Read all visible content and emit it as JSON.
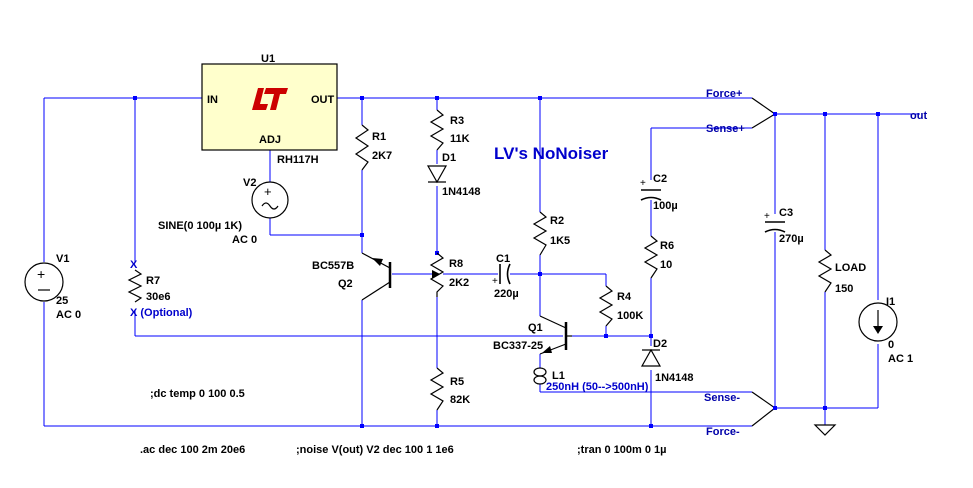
{
  "title": "LV's NoNoiser",
  "regulator": {
    "ref": "U1",
    "part": "RH117H",
    "in": "IN",
    "out": "OUT",
    "adj": "ADJ",
    "fill": "#ffffcc"
  },
  "sources": {
    "V1": {
      "ref": "V1",
      "value": "25",
      "ac": "AC 0"
    },
    "V2": {
      "ref": "V2",
      "value": "SINE(0 100µ 1K)",
      "ac": "AC 0"
    },
    "I1": {
      "ref": "I1",
      "value": "0",
      "ac": "AC 1"
    }
  },
  "resistors": {
    "R1": {
      "ref": "R1",
      "value": "2K7"
    },
    "R2": {
      "ref": "R2",
      "value": "1K5"
    },
    "R3": {
      "ref": "R3",
      "value": "11K"
    },
    "R4": {
      "ref": "R4",
      "value": "100K"
    },
    "R5": {
      "ref": "R5",
      "value": "82K"
    },
    "R6": {
      "ref": "R6",
      "value": "10"
    },
    "R7": {
      "ref": "R7",
      "value": "30e6",
      "note": "X (Optional)"
    },
    "R8": {
      "ref": "R8",
      "value": "2K2"
    },
    "LOAD": {
      "ref": "LOAD",
      "value": "150"
    }
  },
  "capacitors": {
    "C1": {
      "ref": "C1",
      "value": "220µ"
    },
    "C2": {
      "ref": "C2",
      "value": "100µ"
    },
    "C3": {
      "ref": "C3",
      "value": "270µ"
    }
  },
  "diodes": {
    "D1": {
      "ref": "D1",
      "value": "1N4148"
    },
    "D2": {
      "ref": "D2",
      "value": "1N4148"
    }
  },
  "transistors": {
    "Q1": {
      "ref": "Q1",
      "value": "BC337-25"
    },
    "Q2": {
      "ref": "Q2",
      "value": "BC557B"
    }
  },
  "inductor": {
    "ref": "L1",
    "value": "250nH (50-->500nH)"
  },
  "nets": {
    "force_plus": "Force+",
    "sense_plus": "Sense+",
    "sense_minus": "Sense-",
    "force_minus": "Force-",
    "out": "out",
    "x_marker": "X"
  },
  "directives": {
    "dc": ";dc temp 0 100 0.5",
    "ac": ".ac dec 100 2m 20e6",
    "noise": ";noise V(out) V2 dec 100 1 1e6",
    "tran": ";tran 0 100m 0 1µ"
  },
  "colors": {
    "wire": "#0000ff",
    "component": "#000000",
    "text_blue": "#0000cc"
  }
}
